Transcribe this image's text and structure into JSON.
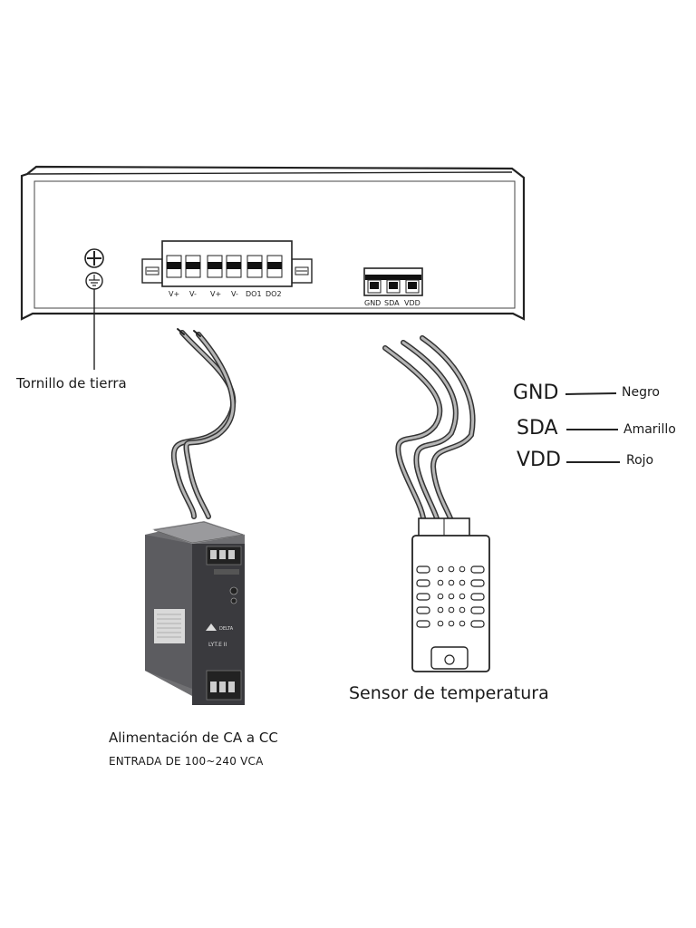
{
  "device": {
    "terminal_labels": [
      "V+",
      "V-",
      "V+",
      "V-",
      "DO1",
      "DO2"
    ],
    "sensor_terminal_labels": [
      "GND",
      "SDA",
      "VDD"
    ]
  },
  "ground": {
    "label": "Tornillo de tierra"
  },
  "sensor": {
    "label": "Sensor de temperatura",
    "pins": [
      {
        "name": "GND",
        "color": "Negro"
      },
      {
        "name": "SDA",
        "color": "Amarillo"
      },
      {
        "name": "VDD",
        "color": "Rojo"
      }
    ]
  },
  "psu": {
    "title": "Alimentación de CA a CC",
    "subtitle": "ENTRADA DE 100~240 VCA",
    "brand_text": "LYT.E II"
  }
}
